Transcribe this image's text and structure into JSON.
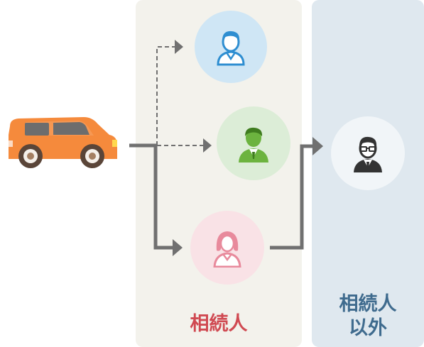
{
  "panels": {
    "heirs_label": "相続人",
    "others_label_line1": "相続人",
    "others_label_line2": "以外"
  },
  "colors": {
    "heirs_panel": "#f3f2ec",
    "others_panel": "#dfe8ef",
    "heirs_text": "#d04a52",
    "others_text": "#3f6b8e",
    "car": "#f58a3c",
    "arrow": "#707070"
  },
  "nodes": [
    {
      "name": "car-icon"
    },
    {
      "name": "male-heir-blue-icon"
    },
    {
      "name": "male-heir-green-icon"
    },
    {
      "name": "female-heir-pink-icon"
    },
    {
      "name": "non-heir-man-icon"
    }
  ]
}
